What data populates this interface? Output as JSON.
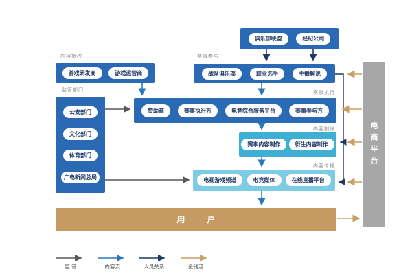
{
  "diagram": {
    "top_group": {
      "items": [
        "俱乐部联盟",
        "经纪公司"
      ]
    },
    "authorization": {
      "label": "内容授权",
      "items": [
        "游戏研发商",
        "游戏运营商"
      ]
    },
    "participation": {
      "label": "赛事参与",
      "items": [
        "战队俱乐部",
        "职业选手",
        "主播解说"
      ]
    },
    "regulators": {
      "label": "监管部门",
      "items": [
        "公安部门",
        "文化部门",
        "体育部门",
        "广电新闻总局"
      ]
    },
    "execution": {
      "label": "赛事执行",
      "items": [
        "赞助商",
        "赛事执行方",
        "电竞综合服务平台",
        "赛事参与方"
      ]
    },
    "production": {
      "label": "内容制作",
      "items": [
        "赛事内容制作",
        "衍生内容制作"
      ]
    },
    "distribution": {
      "label": "内容传播",
      "items": [
        "电视游戏频道",
        "电竞媒体",
        "在线直播平台"
      ]
    },
    "ecommerce_label": "电商平台",
    "users_label": "用 户"
  },
  "legend": {
    "supervision": "监 管",
    "content_flow": "内容流",
    "personnel": "人员关系",
    "money_flow": "金钱流"
  },
  "palette": {
    "dark_blue": "#2a6ab4",
    "cyan": "#3fafd4",
    "light_blue": "#7ecbe6",
    "gray_bar": "#a7a7a7",
    "tan": "#c59b63",
    "navy": "#1f3864",
    "flow_blue": "#2878bd",
    "supervision_gray": "#58595b",
    "money_gold": "#c9a063",
    "label_gray": "#8a8a8a"
  }
}
